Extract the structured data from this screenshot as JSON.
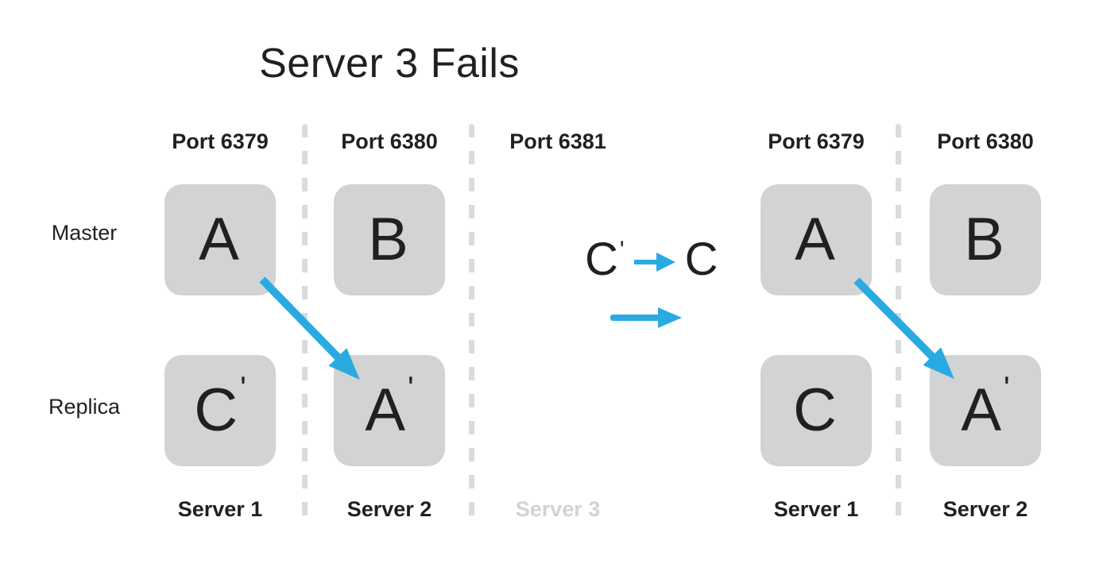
{
  "title": "Server 3 Fails",
  "rows": {
    "master": "Master",
    "replica": "Replica"
  },
  "clusters": {
    "left": {
      "ports": [
        "Port 6379",
        "Port 6380",
        "Port 6381"
      ],
      "servers": [
        "Server 1",
        "Server 2",
        "Server 3"
      ],
      "failed_server_index": 2,
      "cells": {
        "master": [
          {
            "letter": "A",
            "prime": ""
          },
          {
            "letter": "B",
            "prime": ""
          }
        ],
        "replica": [
          {
            "letter": "C",
            "prime": "'"
          },
          {
            "letter": "A",
            "prime": "'"
          }
        ]
      }
    },
    "right": {
      "ports": [
        "Port 6379",
        "Port 6380"
      ],
      "servers": [
        "Server 1",
        "Server 2"
      ],
      "cells": {
        "master": [
          {
            "letter": "A",
            "prime": ""
          },
          {
            "letter": "B",
            "prime": ""
          }
        ],
        "replica": [
          {
            "letter": "C",
            "prime": ""
          },
          {
            "letter": "A",
            "prime": "'"
          }
        ]
      }
    }
  },
  "transition": {
    "from_letter": "C",
    "from_prime": "'",
    "to_letter": "C",
    "to_prime": ""
  },
  "colors": {
    "accent_blue": "#29ABE2",
    "box_gray": "#D1D3D4",
    "text_dark": "#231F20",
    "failed_label_gray": "#D1D3D4"
  }
}
